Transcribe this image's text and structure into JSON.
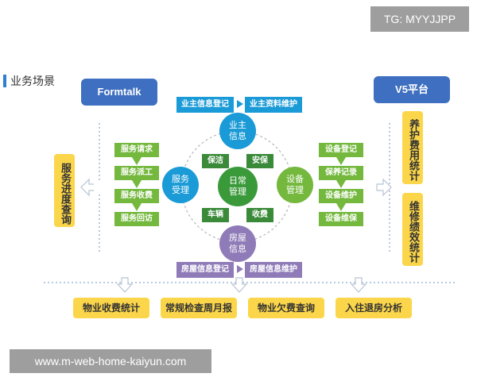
{
  "watermark_top": "TG: MYYJJPP",
  "watermark_bottom": "www.m-web-home-kaiyun.com",
  "section_title": "业务场景",
  "left_system": "Formtalk",
  "right_system": "V5平台",
  "left_side_label": "服务进度查询",
  "right_labels": [
    "养护费用统计",
    "维修绩效统计"
  ],
  "top_tags": [
    "业主信息登记",
    "业主资料维护"
  ],
  "bottom_tags": [
    "房屋信息登记",
    "房屋信息维护"
  ],
  "service_steps": [
    "服务请求",
    "服务派工",
    "服务收费",
    "服务回访"
  ],
  "device_steps": [
    "设备登记",
    "保养记录",
    "设备维护",
    "设备维保"
  ],
  "circles": {
    "owner": "业主信息",
    "service": "服务受理",
    "daily": "日常管理",
    "device": "设备管理",
    "house": "房屋信息"
  },
  "daily_tags": [
    "保洁",
    "安保",
    "车辆",
    "收费"
  ],
  "reports": [
    "物业收费统计",
    "常规检查周月报",
    "物业欠费查询",
    "入住退房分析"
  ],
  "colors": {
    "blue_system": "#3f6fc0",
    "yellow": "#fbd64a",
    "green": "#74b83e",
    "cyan": "#1a9ad6",
    "purple": "#8f7bb7"
  }
}
